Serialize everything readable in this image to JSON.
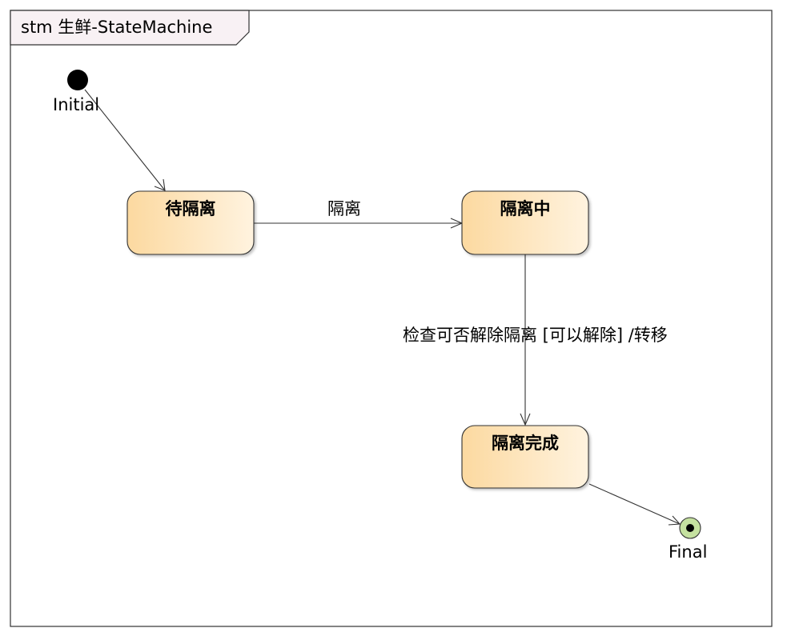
{
  "frame": {
    "title": "stm 生鲜-StateMachine"
  },
  "pseudostates": {
    "initial": {
      "label": "Initial"
    },
    "final": {
      "label": "Final"
    }
  },
  "states": [
    {
      "id": "pending",
      "name": "待隔离"
    },
    {
      "id": "quarantining",
      "name": "隔离中"
    },
    {
      "id": "done",
      "name": "隔离完成"
    }
  ],
  "transitions": [
    {
      "id": "t-initial-pending",
      "from": "Initial",
      "to": "待隔离",
      "label": ""
    },
    {
      "id": "t-pending-quarantining",
      "from": "待隔离",
      "to": "隔离中",
      "label": "隔离"
    },
    {
      "id": "t-quarantining-done",
      "from": "隔离中",
      "to": "隔离完成",
      "label": "检查可否解除隔离 [可以解除] /转移"
    },
    {
      "id": "t-done-final",
      "from": "隔离完成",
      "to": "Final",
      "label": ""
    }
  ],
  "colors": {
    "state_fill_start": "#fcd9a0",
    "state_fill_end": "#fff3df",
    "frame_tab_fill": "#f8f1f4",
    "final_fill": "#c5e1a0"
  }
}
